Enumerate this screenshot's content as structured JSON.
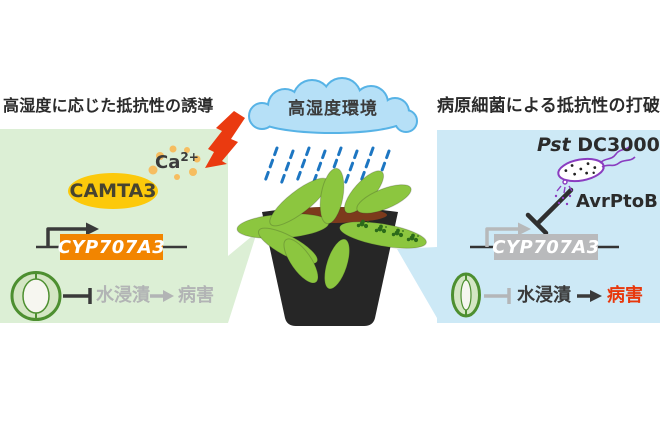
{
  "left_panel": {
    "title": "高湿度に応じた抵抗性の誘導",
    "transcription_factor": "CAMTA3",
    "calcium_base": "Ca",
    "calcium_charge": "2+",
    "gene_label": "CYP707A3",
    "water_soaking": "水浸漬",
    "disease": "病害"
  },
  "center": {
    "cloud_label": "高湿度環境"
  },
  "right_panel": {
    "title": "病原細菌による抵抗性の打破",
    "pathogen_species": "Pst",
    "pathogen_strain": "DC3000",
    "effector": "AvrPtoB",
    "gene_label": "CYP707A3",
    "water_soaking": "水浸漬",
    "disease": "病害"
  },
  "colors": {
    "panel_green": "#dcefd5",
    "panel_blue": "#cde9f6",
    "cloud_fill": "#b6e0f7",
    "cloud_stroke": "#57b3e6",
    "rain_blue": "#1d76c2",
    "lightning_red": "#ea3a10",
    "camta3_yellow": "#fcc90b",
    "calcium_dot_orange": "#f6bd60",
    "gene_box_active_orange": "#f28500",
    "gene_box_inactive_gray": "#b9babc",
    "dark_line": "#3a3a3a",
    "gray_line": "#b2b4b5",
    "disease_red": "#e8380c",
    "leaf_green": "#8cc63f",
    "stoma_green": "#4d8f30",
    "bacteria_purple": "#8a3dc0",
    "pot_black": "#262626",
    "soil_brown": "#7c3a1c"
  }
}
